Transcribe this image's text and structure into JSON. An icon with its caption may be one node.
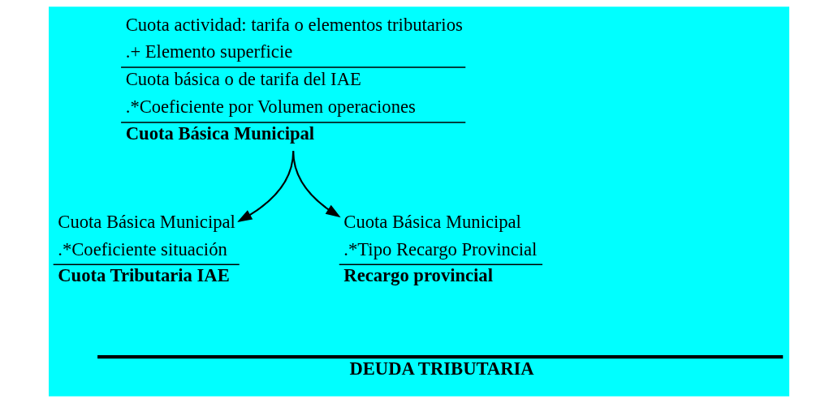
{
  "diagram": {
    "nodes": [
      {
        "text": [
          "Cuota actividad: tarifa o elementos tributarios",
          ".+ Elemento superficie",
          "Cuota básica o de tarifa del IAE",
          ".*Coeficiente por Volumen operaciones",
          "Cuota Básica Municipal"
        ]
      },
      {
        "text": [
          "Cuota Básica Municipal",
          ".*Coeficiente situación",
          "Cuota Tributaria IAE"
        ]
      },
      {
        "text": [
          "Cuota Básica Municipal",
          ".*Tipo Recargo Provincial",
          "Recargo provincial"
        ]
      }
    ],
    "edges": [
      {
        "from": 0,
        "to": 1,
        "arrow": "to"
      },
      {
        "from": 0,
        "to": 2,
        "arrow": "to"
      }
    ],
    "labels": [
      "DEUDA TRIBUTARIA"
    ]
  }
}
